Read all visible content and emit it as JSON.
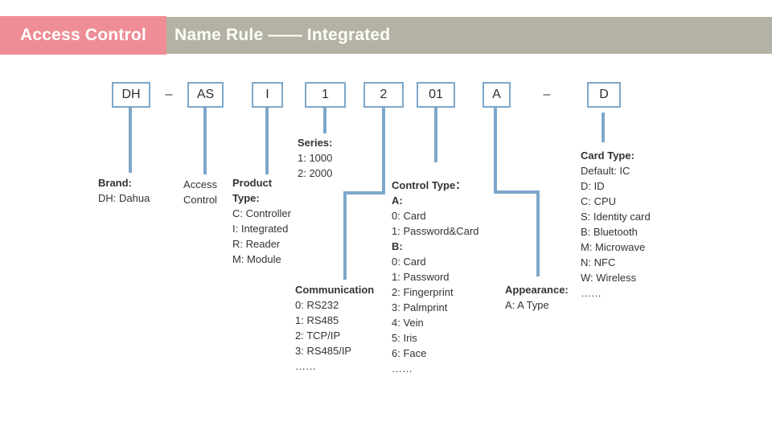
{
  "header": {
    "tab": "Access Control",
    "title": "Name Rule —— Integrated"
  },
  "colors": {
    "tab_pink": "#ef8d96",
    "title_bar_gray": "#b3b2a4",
    "connector_blue": "#7da7ca",
    "text_dark": "#333333"
  },
  "code": {
    "boxes": [
      "DH",
      "AS",
      "I",
      "1",
      "2",
      "01",
      "A",
      "D"
    ],
    "separator": "–"
  },
  "notes": {
    "brand": [
      {
        "t": "Brand:",
        "b": true
      },
      {
        "t": "DH: Dahua"
      }
    ],
    "access_control": [
      {
        "t": "Access"
      },
      {
        "t": "Control"
      }
    ],
    "product_type": [
      {
        "t": "Product",
        "b": true
      },
      {
        "t": "Type:",
        "b": true
      },
      {
        "t": "C: Controller"
      },
      {
        "t": "I: Integrated"
      },
      {
        "t": "R: Reader"
      },
      {
        "t": "M: Module"
      }
    ],
    "series": [
      {
        "t": "Series:",
        "b": true
      },
      {
        "t": "1: 1000"
      },
      {
        "t": "2: 2000"
      }
    ],
    "communication": [
      {
        "t": "Communication",
        "b": true
      },
      {
        "t": "0: RS232"
      },
      {
        "t": "1: RS485"
      },
      {
        "t": "2: TCP/IP"
      },
      {
        "t": "3: RS485/IP"
      },
      {
        "t": "……"
      }
    ],
    "control_type": [
      {
        "t": "Control Type：",
        "b": true
      },
      {
        "t": "A:",
        "b": true
      },
      {
        "t": "0: Card"
      },
      {
        "t": "1: Password&Card"
      },
      {
        "t": "B:",
        "b": true
      },
      {
        "t": "0: Card"
      },
      {
        "t": "1: Password"
      },
      {
        "t": "2: Fingerprint"
      },
      {
        "t": "3: Palmprint"
      },
      {
        "t": "4: Vein"
      },
      {
        "t": "5: Iris"
      },
      {
        "t": "6: Face"
      },
      {
        "t": "……"
      }
    ],
    "appearance": [
      {
        "t": "Appearance:",
        "b": true
      },
      {
        "t": "A: A Type"
      }
    ],
    "card_type": [
      {
        "t": "Card Type:",
        "b": true
      },
      {
        "t": "Default: IC"
      },
      {
        "t": "D: ID"
      },
      {
        "t": "C: CPU"
      },
      {
        "t": "S: Identity card"
      },
      {
        "t": "B: Bluetooth"
      },
      {
        "t": "M: Microwave"
      },
      {
        "t": "N: NFC"
      },
      {
        "t": "W: Wireless"
      },
      {
        "t": "……"
      }
    ]
  }
}
